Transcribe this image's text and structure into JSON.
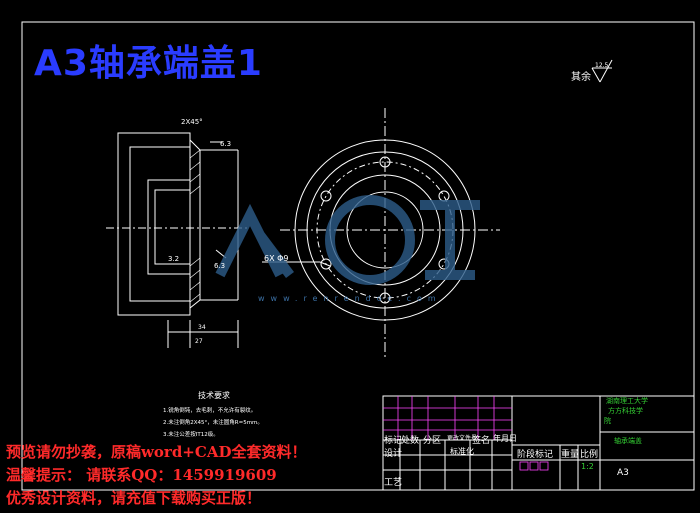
{
  "drawing": {
    "title": "A3轴承端盖1",
    "roughness_label": "其余",
    "roughness_value": "12.5",
    "chamfer_label": "2X45°",
    "chamfer_dim": "6.3",
    "hole_spec": "6X Φ9",
    "dim_34": "34",
    "dim_27": "27",
    "dim_3_2": "3.2",
    "dim_6_3": "6.3"
  },
  "notes": {
    "heading": "技术要求",
    "lines": [
      "1.锐角倒钝，去毛刺，不允许有裂纹。",
      "2.未注倒角2X45°，未注圆角R=5mm。",
      "3.未注公差按IT12级。"
    ]
  },
  "title_block": {
    "school": "湖南理工大学",
    "dept": "方方科技学",
    "dept2": "院",
    "part_name": "轴承端盖",
    "row_labels": [
      "标记",
      "处数",
      "分区",
      "更改文件号",
      "签名",
      "年月日"
    ],
    "design_label": "设计",
    "process_label": "工艺",
    "standard_label": "标准化",
    "stage_label": "阶段标记",
    "weight_label": "重量",
    "scale_label": "比例",
    "scale_value": "1:2",
    "sheet": "A3"
  },
  "watermark": {
    "site": "www.renrendoc.com"
  },
  "ad_lines": [
    "预览请勿抄袭，原稿word+CAD全套资料！",
    "温馨提示：  请联系QQ：1459919609",
    "优秀设计资料，请充值下载购买正版！"
  ],
  "colors": {
    "background": "#000000",
    "line": "#ffffff",
    "title": "#2a3cff",
    "ad": "#ff2a2a",
    "table_grid": "#ff44ff"
  }
}
